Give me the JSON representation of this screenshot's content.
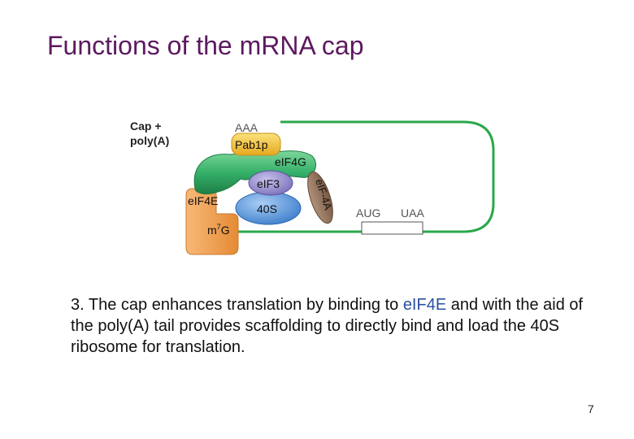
{
  "slide": {
    "title": "Functions of the m​RNA cap",
    "page_number": "7"
  },
  "diagram": {
    "caption_line1": "Cap +",
    "caption_line2_prefix": "poly(",
    "caption_line2_bold": "A",
    "caption_line2_suffix": ")",
    "labels": {
      "aaa": "AAA",
      "pab1p": "Pab1p",
      "eif4g": "eIF4G",
      "eif3": "eIF3",
      "eif4a": "eIF-4A",
      "s40": "40S",
      "eif4e": "eIF4E",
      "m7g_base": "m",
      "m7g_sup": "7",
      "m7g_end": "G",
      "aug": "AUG",
      "uaa": "UAA"
    },
    "colors": {
      "mrna_green": "#2aa84a",
      "eif4g_green": "#35b06a",
      "pab1p_yellow": "#f4c23a",
      "eif4e_orange": "#f0a04e",
      "eif3_purple": "#8f86c9",
      "s40_blue": "#5a98dd",
      "eif4a_brown": "#8b6a52"
    }
  },
  "body": {
    "text_before": "3. The cap enhances translation by binding to ",
    "text_highlight": "eIF4E",
    "text_after": " and with the aid of the poly(A) tail provides scaffolding to directly bind and load the 40S ribosome for translation."
  }
}
